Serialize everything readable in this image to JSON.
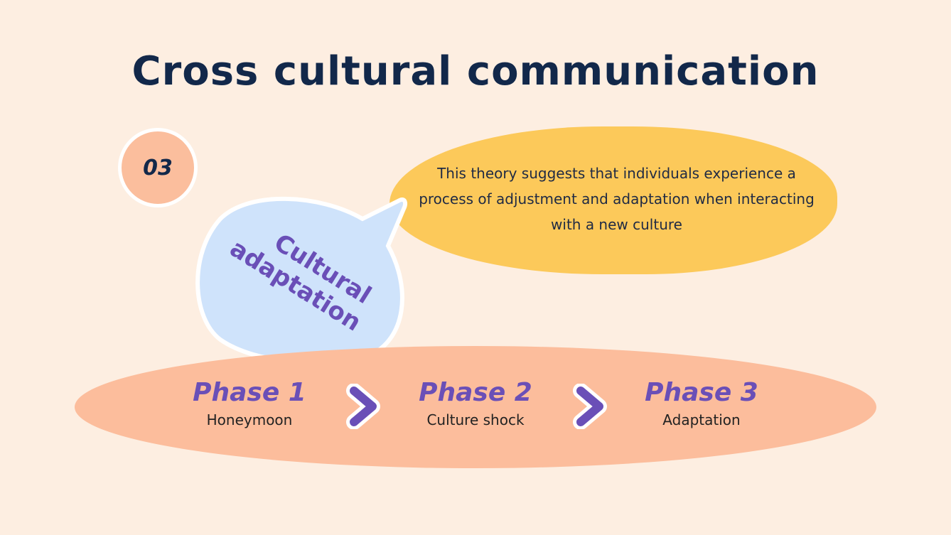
{
  "title": "Cross cultural communication",
  "number": "03",
  "topic": {
    "line1": "Cultural",
    "line2": "adaptation"
  },
  "description": "This theory suggests that individuals experience a process of adjustment and adaptation when interacting with a new culture",
  "phases": [
    {
      "label": "Phase 1",
      "name": "Honeymoon"
    },
    {
      "label": "Phase 2",
      "name": "Culture shock"
    },
    {
      "label": "Phase 3",
      "name": "Adaptation"
    }
  ],
  "icons": {
    "arrow": "chevron-right-icon"
  }
}
